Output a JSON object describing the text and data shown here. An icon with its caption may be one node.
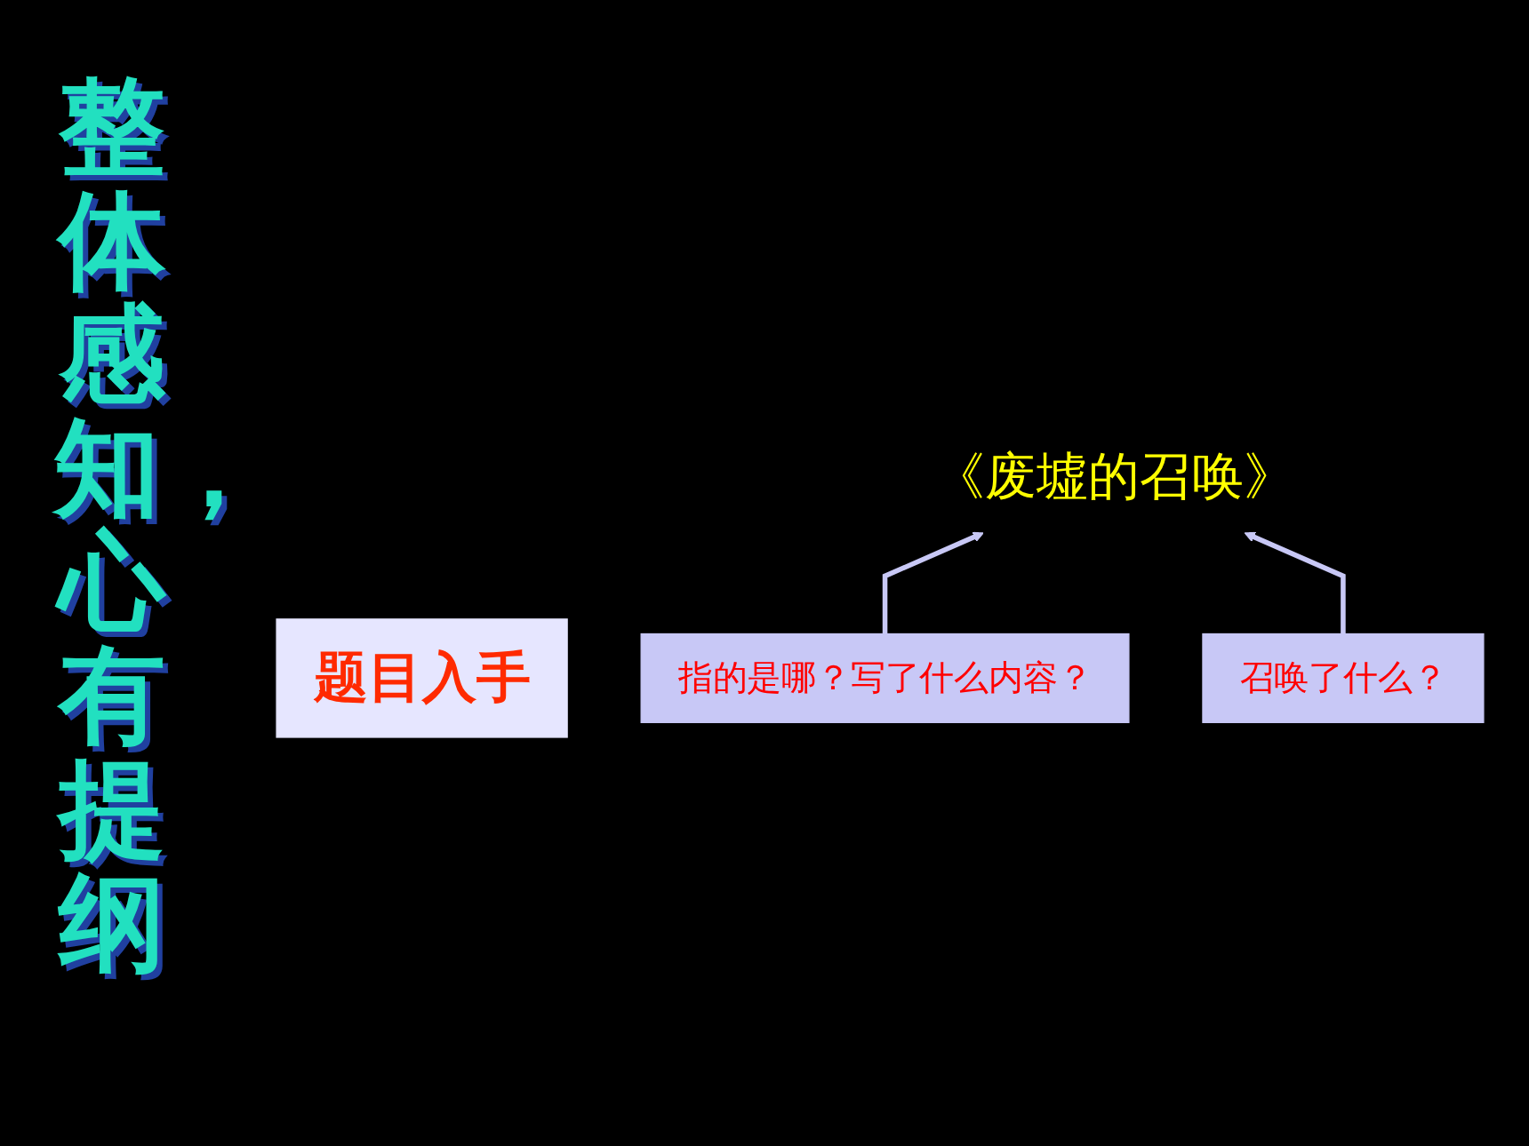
{
  "diagram": {
    "title": "整体感知，心有提纲",
    "nodes": [
      {
        "text": [
          "题目入手"
        ]
      },
      {
        "text": [
          "《废墟的召唤》"
        ]
      },
      {
        "text": [
          "指的是哪？写了什么内容？"
        ]
      },
      {
        "text": [
          "召唤了什么？"
        ]
      }
    ],
    "edges": [
      {
        "from": 2,
        "to": 1,
        "arrow": "to"
      },
      {
        "from": 3,
        "to": 1,
        "arrow": "to"
      }
    ]
  }
}
